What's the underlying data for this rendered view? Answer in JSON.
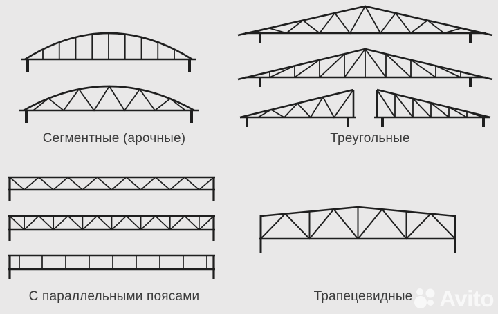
{
  "meta": {
    "background_color": "#e9e8e8",
    "line_color": "#1f1f1f",
    "label_color": "#3b3b3b"
  },
  "groups": [
    {
      "id": "segmental",
      "label": "Сегментные (арочные)",
      "trusses": [
        "arched-with-verticals",
        "arched-with-zigzag-diagonals"
      ]
    },
    {
      "id": "triangular",
      "label": "Треугольные",
      "trusses": [
        "triangle-with-zigzag-diagonals",
        "triangle-with-verticals-and-diagonals",
        "split-right-triangle-pair"
      ]
    },
    {
      "id": "parallel",
      "label": "С параллельными поясами",
      "trusses": [
        "parallel-chords-zigzag",
        "parallel-chords-zigzag-with-verticals",
        "parallel-chords-verticals-only"
      ]
    },
    {
      "id": "trapezoidal",
      "label": "Трапецевидные",
      "trusses": [
        "trapezoid-with-verticals-and-diagonals"
      ]
    }
  ],
  "watermark": {
    "text": "Avito"
  }
}
